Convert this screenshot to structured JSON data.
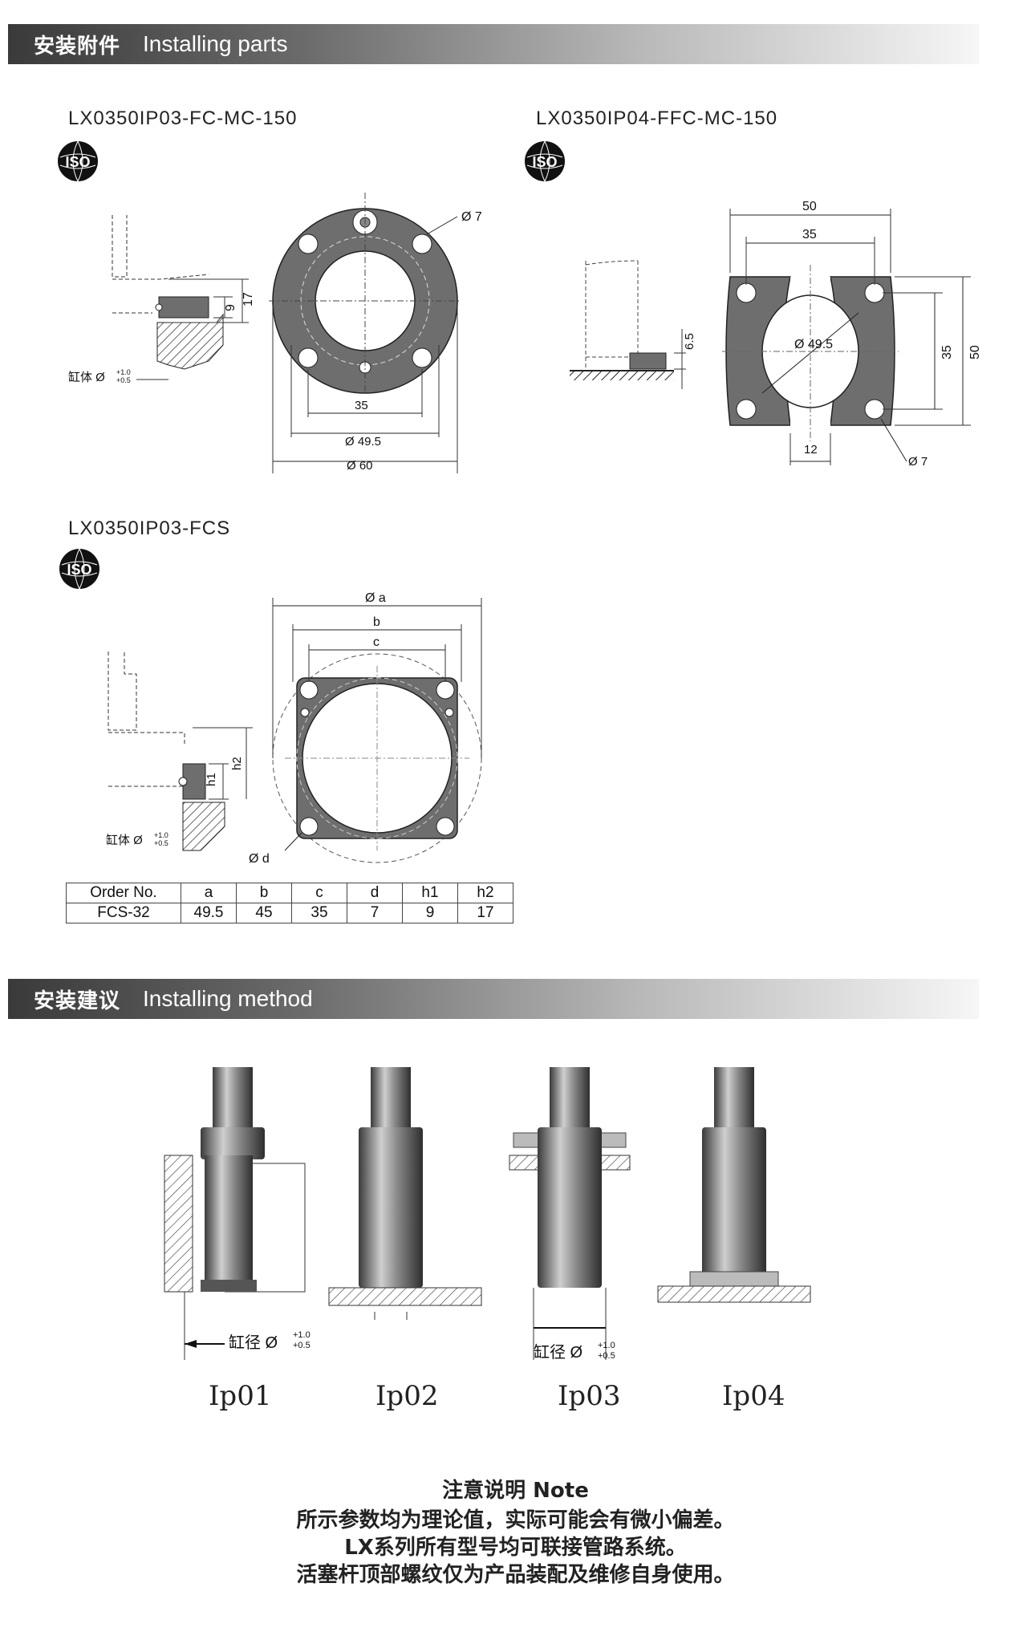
{
  "section1": {
    "title_zh": "安装附件",
    "title_en": "Installing parts"
  },
  "parts": [
    {
      "title": "LX0350IP03-FC-MC-150"
    },
    {
      "title": "LX0350IP04-FFC-MC-150"
    },
    {
      "title": "LX0350IP03-FCS"
    }
  ],
  "iso_label": "ISO",
  "fc_dims": {
    "hole": "Ø 7",
    "pcd": "35",
    "inner": "Ø 49.5",
    "outer": "Ø 60",
    "h9": "9",
    "h17": "17",
    "bore": "缸体 Ø",
    "tol_up": "+1.0",
    "tol_lo": "+0.5"
  },
  "ffc_dims": {
    "w50": "50",
    "w35": "35",
    "inner": "Ø 49.5",
    "h35": "35",
    "h50": "50",
    "gap": "12",
    "hole": "Ø 7",
    "h65": "6.5"
  },
  "fcs_dims": {
    "a": "Ø a",
    "b": "b",
    "c": "c",
    "d": "Ø d",
    "h1": "h1",
    "h2": "h2",
    "bore": "缸体 Ø",
    "tol_up": "+1.0",
    "tol_lo": "+0.5"
  },
  "table": {
    "header": [
      "Order No.",
      "a",
      "b",
      "c",
      "d",
      "h1",
      "h2"
    ],
    "rows": [
      [
        "FCS-32",
        "49.5",
        "45",
        "35",
        "7",
        "9",
        "17"
      ]
    ]
  },
  "section2": {
    "title_zh": "安装建议",
    "title_en": "Installing method"
  },
  "methods": [
    "Ip01",
    "Ip02",
    "Ip03",
    "Ip04"
  ],
  "method_bore": {
    "label": "缸径 Ø",
    "tol_up": "+1.0",
    "tol_lo": "+0.5"
  },
  "note": {
    "title": "注意说明 Note",
    "lines": [
      "所示参数均为理论值，实际可能会有微小偏差。",
      "LX系列所有型号均可联接管路系统。",
      "活塞杆顶部螺纹仅为产品装配及维修自身使用。"
    ]
  },
  "colors": {
    "part_fill": "#6e6e6e",
    "banner_dark": "#3a3a3a"
  }
}
